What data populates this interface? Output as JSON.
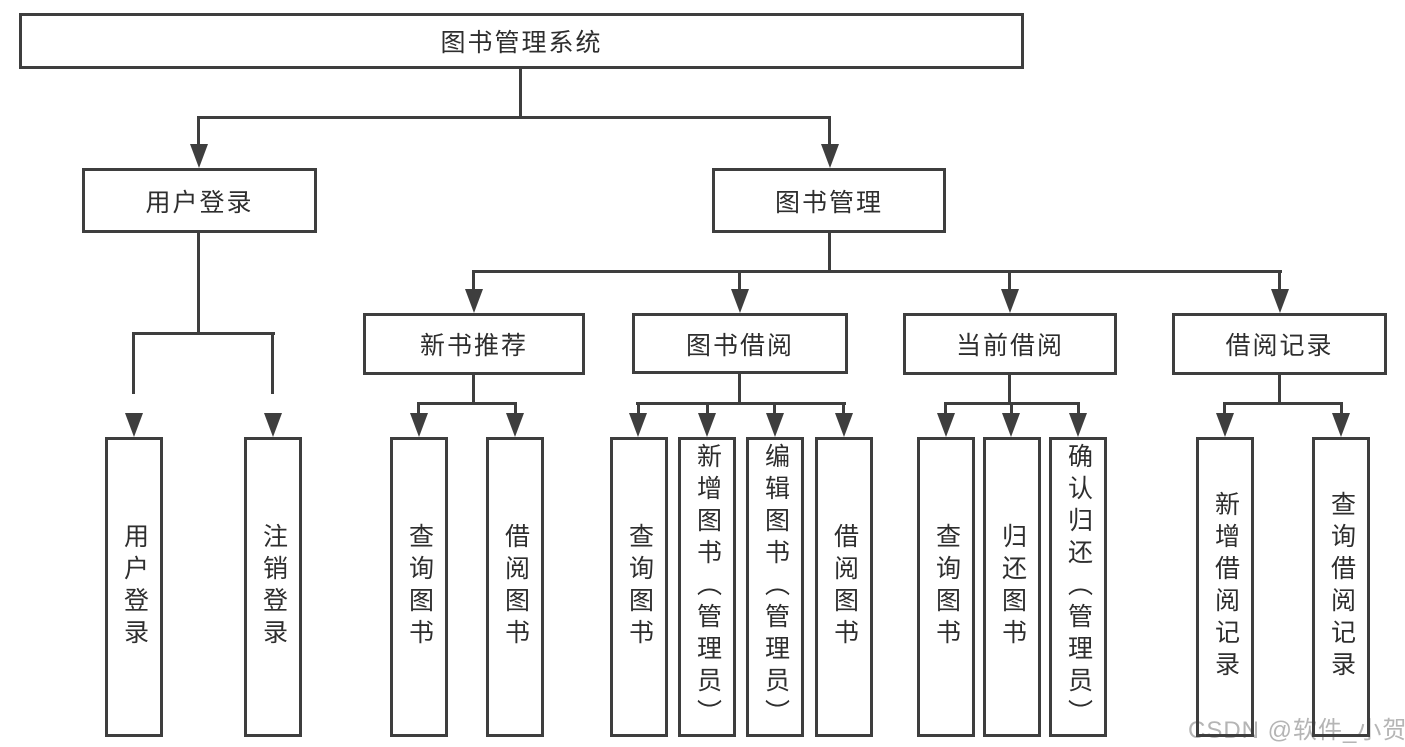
{
  "tree": {
    "root": {
      "label": "图书管理系统"
    },
    "branches": [
      {
        "label": "用户登录",
        "children": [
          {
            "label": "用户登录"
          },
          {
            "label": "注销登录"
          }
        ]
      },
      {
        "label": "图书管理",
        "children": [
          {
            "label": "新书推荐",
            "children": [
              {
                "label": "查询图书"
              },
              {
                "label": "借阅图书"
              }
            ]
          },
          {
            "label": "图书借阅",
            "children": [
              {
                "label": "查询图书"
              },
              {
                "label": "新增图书（管理员）"
              },
              {
                "label": "编辑图书（管理员）"
              },
              {
                "label": "借阅图书"
              }
            ]
          },
          {
            "label": "当前借阅",
            "children": [
              {
                "label": "查询图书"
              },
              {
                "label": "归还图书"
              },
              {
                "label": "确认归还（管理员）"
              }
            ]
          },
          {
            "label": "借阅记录",
            "children": [
              {
                "label": "新增借阅记录"
              },
              {
                "label": "查询借阅记录"
              }
            ]
          }
        ]
      }
    ]
  },
  "watermark": "CSDN @软件_小贺同学",
  "colors": {
    "line": "#3e3e3e",
    "text": "#2e2e2e",
    "background": "#ffffff",
    "watermark": "#b5b5b5"
  }
}
